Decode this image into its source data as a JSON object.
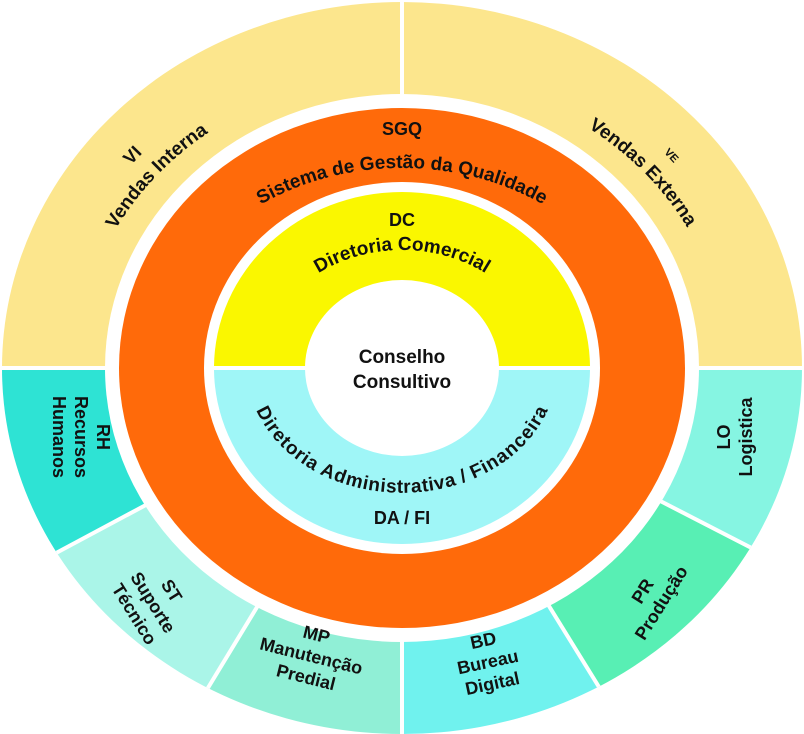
{
  "colors": {
    "outer_top": "#fce68d",
    "rh": "#2ee3d4",
    "st": "#aaf5e8",
    "mp": "#90efd6",
    "bd": "#70f2ee",
    "pr": "#58efb4",
    "lo": "#86f5e2",
    "sgq": "#ff6a0a",
    "dc": "#faf700",
    "dafi": "#9ff6f7",
    "center": "#ffffff"
  },
  "center": {
    "line1": "Conselho",
    "line2": "Consultivo"
  },
  "dc": {
    "code": "DC",
    "name": "Diretoria Comercial"
  },
  "dafi": {
    "code": "DA / FI",
    "name": "Diretoria Administrativa / Financeira"
  },
  "sgq": {
    "code": "SGQ",
    "name": "Sistema de Gestão da Qualidade"
  },
  "vi": {
    "code": "VI",
    "name": "Vendas Interna"
  },
  "ve": {
    "code": "VE",
    "name": "Vendas Externa"
  },
  "rh": {
    "code": "RH",
    "line1": "Recursos",
    "line2": "Humanos"
  },
  "st": {
    "code": "ST",
    "line1": "Suporte",
    "line2": "Técnico"
  },
  "mp": {
    "code": "MP",
    "line1": "Manutenção",
    "line2": "Predial"
  },
  "bd": {
    "code": "BD",
    "line1": "Bureau",
    "line2": "Digital"
  },
  "pr": {
    "code": "PR",
    "line1": "Produção"
  },
  "lo": {
    "code": "LO",
    "line1": "Logistica"
  }
}
